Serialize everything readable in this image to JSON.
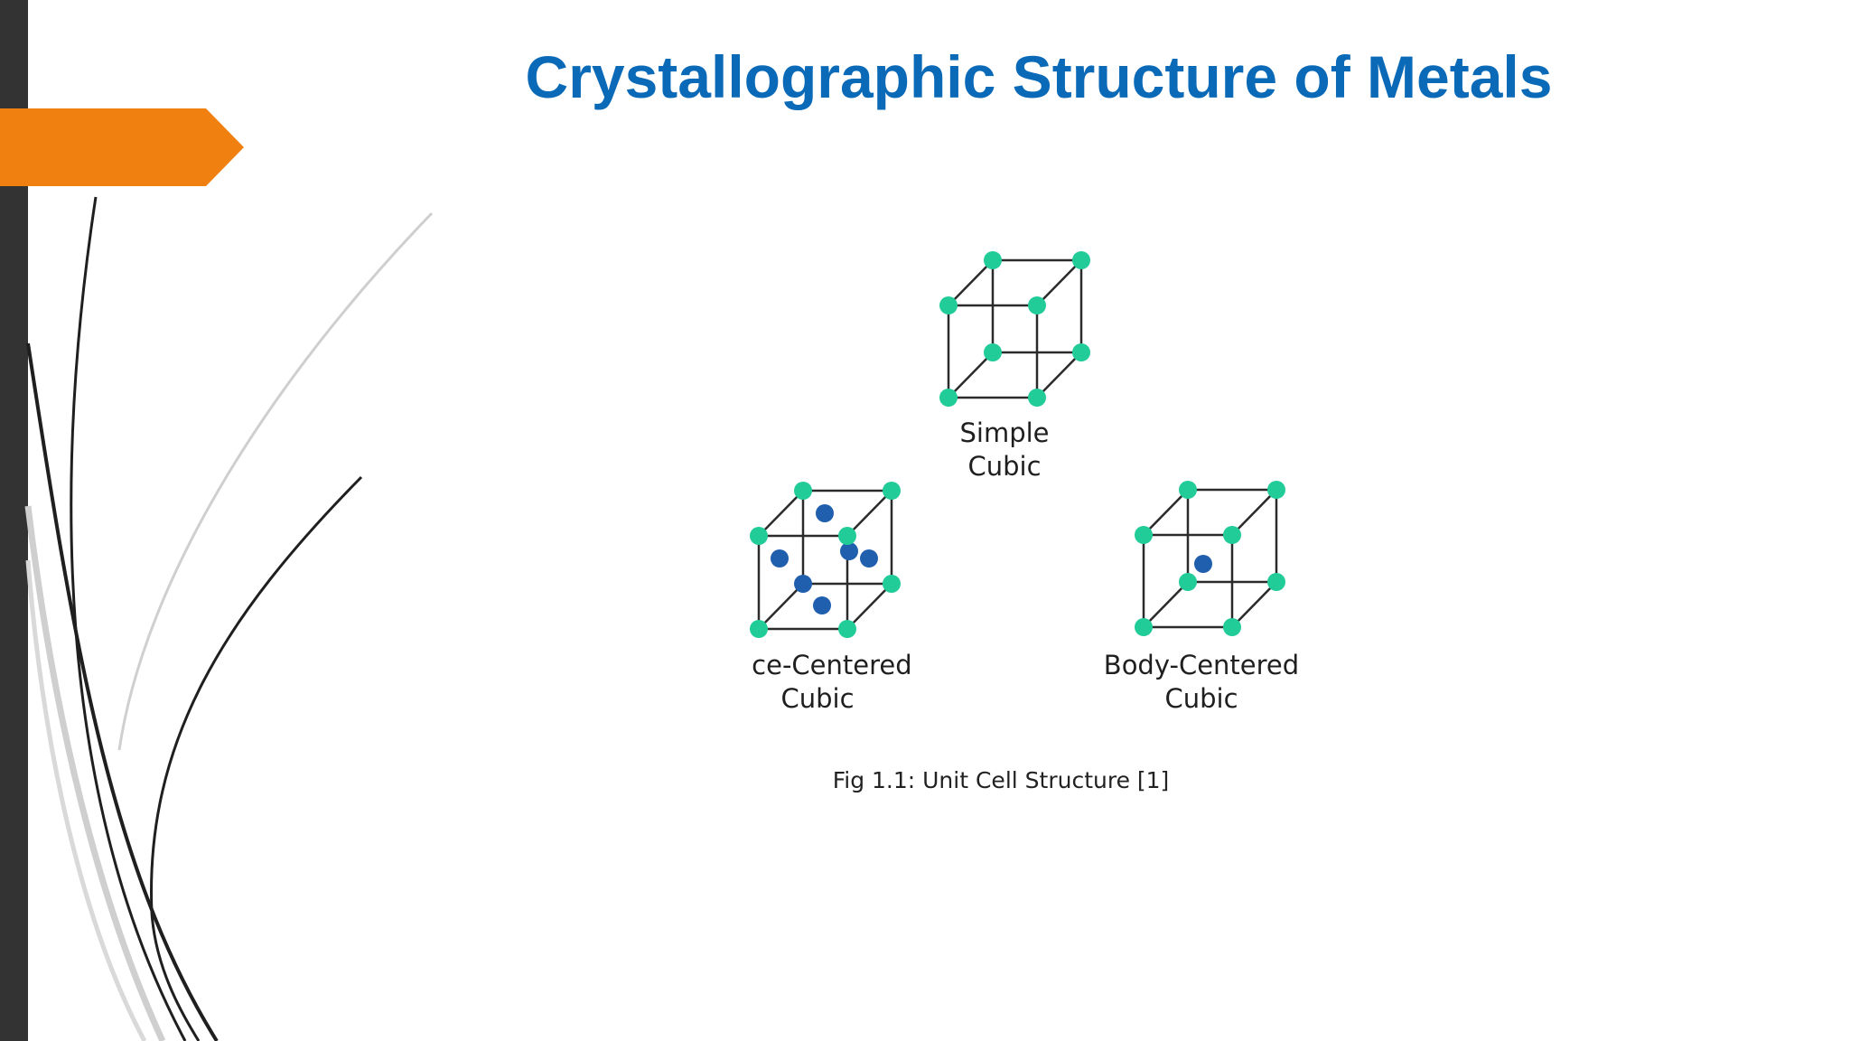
{
  "slide": {
    "title": "Crystallographic Structure of Metals",
    "accent_color": "#f08010",
    "title_color": "#0a6ab8",
    "sidebar_color": "#333333"
  },
  "figure": {
    "simple_cubic": {
      "label_line1": "Simple",
      "label_line2": "Cubic"
    },
    "face_centered_cubic": {
      "label_line1": "Face-Centered",
      "label_line2": "Cubic"
    },
    "body_centered_cubic": {
      "label_line1": "Body-Centered",
      "label_line2": "Cubic"
    },
    "caption": "Fig 1.1: Unit Cell Structure [1]",
    "corner_atom_color": "#22cc99",
    "inner_atom_color": "#1f5fae"
  }
}
